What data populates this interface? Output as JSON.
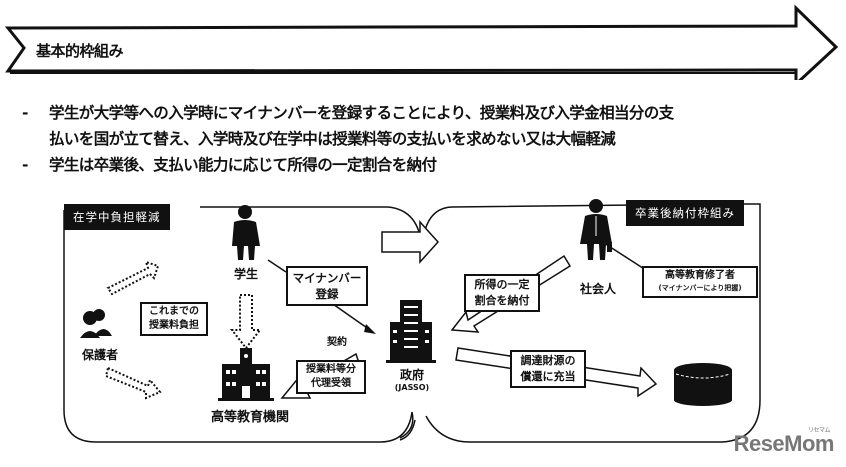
{
  "header": {
    "title": "基本的枠組み"
  },
  "bullets": [
    {
      "marker": "-",
      "lines": [
        "学生が大学等への入学時にマイナンバーを登録することにより、授業料及び入学金相当分の支",
        "払いを国が立て替え、入学時及び在学中は授業料等の支払いを求めない又は大幅軽減"
      ]
    },
    {
      "marker": "-",
      "lines": [
        "学生は卒業後、支払い能力に応じて所得の一定割合を納付"
      ]
    }
  ],
  "diagram": {
    "left_panel": {
      "label": "在学中負担軽減"
    },
    "right_panel": {
      "label": "卒業後納付枠組み"
    },
    "actors": {
      "student": "学生",
      "guardian": "保護者",
      "institution": "高等教育機関",
      "government": "政府",
      "government_sub": "(JASSO)",
      "working_adult": "社会人"
    },
    "callouts": {
      "my_number_registration": [
        "マイナンバー",
        "登録"
      ],
      "previous_tuition_burden": [
        "これまでの",
        "授業料負担"
      ],
      "proxy_receipt": [
        "授業料等分",
        "代理受領"
      ],
      "income_share_payment": [
        "所得の一定",
        "割合を納付"
      ],
      "graduate": [
        "高等教育修了者",
        "(マイナンバーにより把握)"
      ],
      "fund_repayment": [
        "調達財源の",
        "償還に充当"
      ]
    },
    "contract_label": "契約",
    "icons": [
      "student-figure-icon",
      "guardian-group-icon",
      "school-building-icon",
      "government-building-icon",
      "businessperson-figure-icon",
      "fund-cylinder-icon"
    ]
  },
  "watermark": {
    "text": "ReseMom",
    "ruby": "リセマム"
  }
}
